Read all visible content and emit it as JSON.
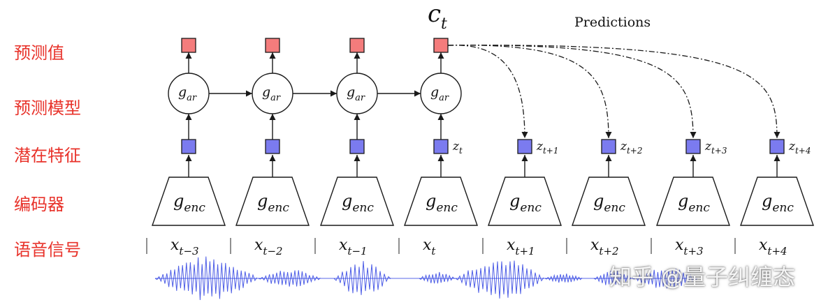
{
  "row_labels": {
    "predictions": "预测值",
    "ar_model": "预测模型",
    "latent": "潜在特征",
    "encoder": "编码器",
    "audio": "语音信号"
  },
  "context": {
    "base": "c",
    "sub": "t"
  },
  "predictions_label": "Predictions",
  "ar_label": {
    "base": "g",
    "sub": "ar"
  },
  "enc_label": {
    "base": "g",
    "sub": "enc"
  },
  "latents": [
    {
      "base": "z",
      "sub": "t"
    },
    {
      "base": "z",
      "sub": "t+1"
    },
    {
      "base": "z",
      "sub": "t+2"
    },
    {
      "base": "z",
      "sub": "t+3"
    },
    {
      "base": "z",
      "sub": "t+4"
    }
  ],
  "inputs": [
    {
      "base": "x",
      "sub": "t−3"
    },
    {
      "base": "x",
      "sub": "t−2"
    },
    {
      "base": "x",
      "sub": "t−1"
    },
    {
      "base": "x",
      "sub": "t"
    },
    {
      "base": "x",
      "sub": "t+1"
    },
    {
      "base": "x",
      "sub": "t+2"
    },
    {
      "base": "x",
      "sub": "t+3"
    },
    {
      "base": "x",
      "sub": "t+4"
    }
  ],
  "watermark": "知乎 @量子纠缠态",
  "colors": {
    "label_red": "#e8322a",
    "prediction_box": "#f47c7c",
    "latent_box": "#7b7bef",
    "waveform": "#2236e0",
    "stroke": "#1a1a1a"
  }
}
